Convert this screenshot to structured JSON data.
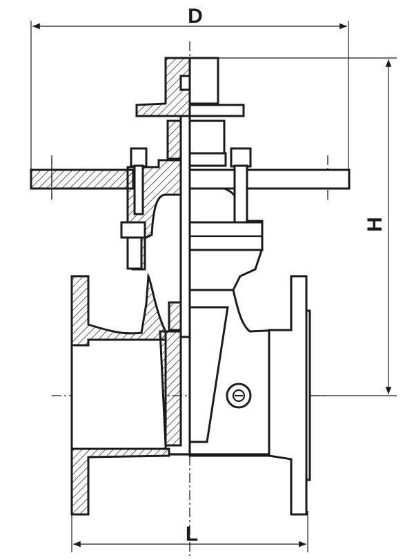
{
  "dimensions": {
    "width_label": "D",
    "height_label": "H",
    "length_label": "L"
  },
  "colors": {
    "line": "#1a1a1a",
    "background": "#ffffff"
  }
}
